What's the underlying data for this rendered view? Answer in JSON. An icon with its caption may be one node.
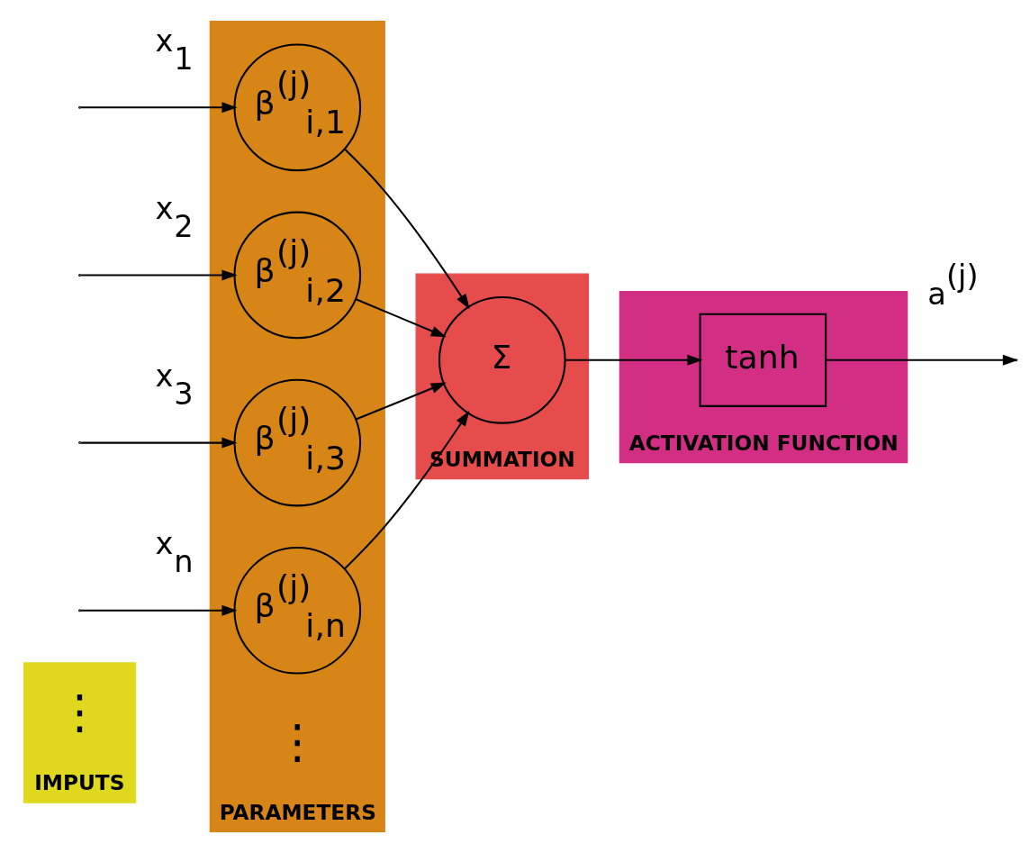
{
  "diagram": {
    "nodes": [
      {
        "text": [
          "IMPUTS"
        ]
      },
      {
        "text": [
          "PARAMETERS"
        ]
      },
      {
        "text": [
          "SUMMATION"
        ]
      },
      {
        "text": [
          "ACTIVATION FUNCTION"
        ]
      },
      {
        "text": [
          "β$^{(j)}$$_{i,1}$"
        ],
        "in": 1
      },
      {
        "text": [
          "β$^{(j)}$$_{i,2}$"
        ],
        "in": 1
      },
      {
        "text": [
          "β$^{(j)}$$_{i,3}$"
        ],
        "in": 1
      },
      {
        "text": [
          "β$^{(j)}$$_{i,n}$"
        ],
        "in": 1
      },
      {
        "text": [
          "Σ"
        ],
        "in": 2
      },
      {
        "text": [
          "tanh"
        ],
        "in": 3
      }
    ],
    "edges": [
      {
        "from": null,
        "to": 4,
        "arrow": "to",
        "label": "x$_{1}$"
      },
      {
        "from": null,
        "to": 5,
        "arrow": "to",
        "label": "x$_{2}$"
      },
      {
        "from": null,
        "to": 6,
        "arrow": "to",
        "label": "x$_{3}$"
      },
      {
        "from": null,
        "to": 7,
        "arrow": "to",
        "label": "x$_{n}$"
      },
      {
        "from": 4,
        "to": 8,
        "arrow": "to"
      },
      {
        "from": 5,
        "to": 8,
        "arrow": "to"
      },
      {
        "from": 6,
        "to": 8,
        "arrow": "to"
      },
      {
        "from": 7,
        "to": 8,
        "arrow": "to"
      },
      {
        "from": 8,
        "to": 9,
        "arrow": "to"
      },
      {
        "from": 9,
        "to": null,
        "arrow": "to",
        "label": "a$^{(j)}$"
      }
    ],
    "labels": [
      "⋮",
      "⋮"
    ]
  }
}
